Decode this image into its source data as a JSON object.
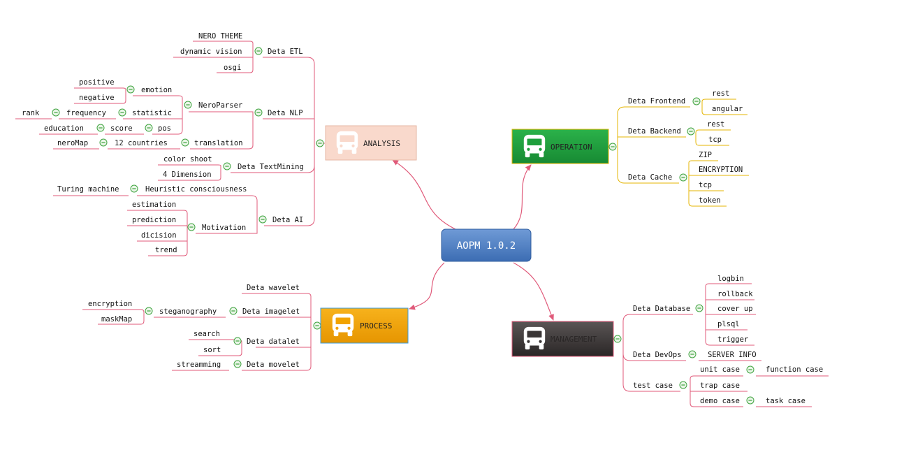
{
  "central": {
    "label": "AOPM 1.0.2"
  },
  "colors": {
    "analysis_link": "#e05a7a",
    "operation_link": "#e4b400",
    "central_fill": "#4d7fc4",
    "analysis_fill": "#f9d9cc",
    "operation_fill": "#1e9f3c",
    "process_fill": "#f2a300",
    "management_fill": "#3a3636",
    "toggle": "#3fa33f"
  },
  "icons": {
    "main_node_icon": "bus-icon",
    "toggle_icon": "collapse-minus-icon"
  },
  "branches": {
    "analysis": {
      "label": "ANALYSIS",
      "deta_etl": {
        "label": "Deta ETL",
        "items": [
          "NERO THEME",
          "dynamic vision",
          "osgi"
        ]
      },
      "deta_nlp": {
        "label": "Deta NLP",
        "neroparser": "NeroParser",
        "emotion": "emotion",
        "emotion_items": [
          "positive",
          "negative"
        ],
        "statistic": "statistic",
        "frequency": "frequency",
        "rank": "rank",
        "pos": "pos",
        "score": "score",
        "education": "education",
        "translation": "translation",
        "countries": "12 countries",
        "neromap": "neroMap"
      },
      "deta_textmining": {
        "label": "Deta TextMining",
        "items": [
          "color shoot",
          "4 Dimension"
        ]
      },
      "deta_ai": {
        "label": "Deta AI",
        "heuristic": "Heuristic consciousness",
        "turing": "Turing machine",
        "motivation": "Motivation",
        "motivation_items": [
          "estimation",
          "prediction",
          "dicision",
          "trend"
        ]
      }
    },
    "operation": {
      "label": "OPERATION",
      "frontend": {
        "label": "Deta Frontend",
        "items": [
          "rest",
          "angular"
        ]
      },
      "backend": {
        "label": "Deta Backend",
        "items": [
          "rest",
          "tcp"
        ]
      },
      "cache": {
        "label": "Deta Cache",
        "items": [
          "ZIP",
          "ENCRYPTION",
          "tcp",
          "token"
        ]
      }
    },
    "process": {
      "label": "PROCESS",
      "wavelet": "Deta wavelet",
      "imagelet": "Deta imagelet",
      "steganography": "steganography",
      "stego_items": [
        "encryption",
        "maskMap"
      ],
      "datalet": "Deta datalet",
      "datalet_items": [
        "search",
        "sort"
      ],
      "movelet": "Deta movelet",
      "streamming": "streamming"
    },
    "management": {
      "label": "MANAGEMENT",
      "database": {
        "label": "Deta Database",
        "items": [
          "logbin",
          "rollback",
          "cover up",
          "plsql",
          "trigger"
        ]
      },
      "devops": {
        "label": "Deta DevOps",
        "server": "SERVER INFO"
      },
      "test": {
        "label": "test case",
        "unit": "unit case",
        "function": "function case",
        "trap": "trap case",
        "demo": "demo case",
        "task": "task case"
      }
    }
  }
}
